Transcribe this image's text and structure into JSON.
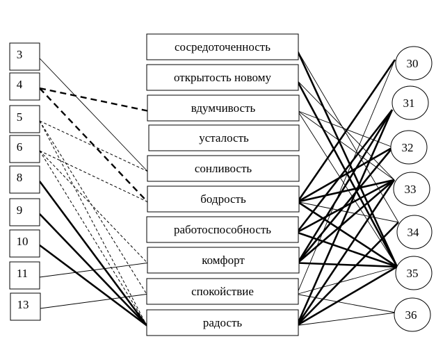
{
  "left_nodes": [
    {
      "id": "n3",
      "label": "3"
    },
    {
      "id": "n4",
      "label": "4"
    },
    {
      "id": "n5",
      "label": "5"
    },
    {
      "id": "n6",
      "label": "6"
    },
    {
      "id": "n8",
      "label": "8"
    },
    {
      "id": "n9",
      "label": "9"
    },
    {
      "id": "n10",
      "label": "10"
    },
    {
      "id": "n11",
      "label": "11"
    },
    {
      "id": "n13",
      "label": "13"
    }
  ],
  "middle_nodes": [
    {
      "id": "sosred",
      "label": "сосредоточенность"
    },
    {
      "id": "otkr",
      "label": "открытость новому"
    },
    {
      "id": "vdum",
      "label": "вдумчивость"
    },
    {
      "id": "ustal",
      "label": "усталость"
    },
    {
      "id": "sonl",
      "label": "сонливость"
    },
    {
      "id": "bodr",
      "label": "бодрость"
    },
    {
      "id": "rabot",
      "label": "работоспособность"
    },
    {
      "id": "komf",
      "label": "комфорт"
    },
    {
      "id": "spok",
      "label": "спокойствие"
    },
    {
      "id": "rados",
      "label": "радость"
    }
  ],
  "right_nodes": [
    {
      "id": "c30",
      "label": "30"
    },
    {
      "id": "c31",
      "label": "31"
    },
    {
      "id": "c32",
      "label": "32"
    },
    {
      "id": "c33",
      "label": "33"
    },
    {
      "id": "c34",
      "label": "34"
    },
    {
      "id": "c35",
      "label": "35"
    },
    {
      "id": "c36",
      "label": "36"
    }
  ],
  "edges": [
    {
      "from": "n3",
      "to": "sonl",
      "style": "thin"
    },
    {
      "from": "n4",
      "to": "vdum",
      "style": "thick-dashed"
    },
    {
      "from": "n4",
      "to": "bodr",
      "style": "thick-dashed"
    },
    {
      "from": "n5",
      "to": "sonl",
      "style": "dashed"
    },
    {
      "from": "n5",
      "to": "spok",
      "style": "dashed"
    },
    {
      "from": "n5",
      "to": "rados",
      "style": "dashed"
    },
    {
      "from": "n6",
      "to": "bodr",
      "style": "dashed"
    },
    {
      "from": "n6",
      "to": "komf",
      "style": "dashed"
    },
    {
      "from": "n6",
      "to": "rados",
      "style": "dashed"
    },
    {
      "from": "n8",
      "to": "rados",
      "style": "thick"
    },
    {
      "from": "n9",
      "to": "rados",
      "style": "thick"
    },
    {
      "from": "n10",
      "to": "rados",
      "style": "thick"
    },
    {
      "from": "n11",
      "to": "komf",
      "style": "thin"
    },
    {
      "from": "n13",
      "to": "spok",
      "style": "thin"
    },
    {
      "from": "sosred",
      "to": "c35",
      "style": "thick"
    },
    {
      "from": "sosred",
      "to": "c34",
      "style": "thin"
    },
    {
      "from": "otkr",
      "to": "c35",
      "style": "thick"
    },
    {
      "from": "otkr",
      "to": "c33",
      "style": "thin"
    },
    {
      "from": "vdum",
      "to": "c32",
      "style": "thin"
    },
    {
      "from": "vdum",
      "to": "c33",
      "style": "thin"
    },
    {
      "from": "vdum",
      "to": "c35",
      "style": "thin"
    },
    {
      "from": "bodr",
      "to": "c30",
      "style": "thick"
    },
    {
      "from": "bodr",
      "to": "c32",
      "style": "thick"
    },
    {
      "from": "bodr",
      "to": "c33",
      "style": "thick"
    },
    {
      "from": "bodr",
      "to": "c34",
      "style": "thin"
    },
    {
      "from": "bodr",
      "to": "c35",
      "style": "thick"
    },
    {
      "from": "rabot",
      "to": "c31",
      "style": "thick"
    },
    {
      "from": "rabot",
      "to": "c33",
      "style": "thick"
    },
    {
      "from": "rabot",
      "to": "c35",
      "style": "thick"
    },
    {
      "from": "komf",
      "to": "c31",
      "style": "thick"
    },
    {
      "from": "komf",
      "to": "c32",
      "style": "thick"
    },
    {
      "from": "komf",
      "to": "c33",
      "style": "thick"
    },
    {
      "from": "komf",
      "to": "c35",
      "style": "thick"
    },
    {
      "from": "spok",
      "to": "c30",
      "style": "thin"
    },
    {
      "from": "spok",
      "to": "c35",
      "style": "thin"
    },
    {
      "from": "spok",
      "to": "c36",
      "style": "thin"
    },
    {
      "from": "rados",
      "to": "c31",
      "style": "thick"
    },
    {
      "from": "rados",
      "to": "c33",
      "style": "thick"
    },
    {
      "from": "rados",
      "to": "c34",
      "style": "thick"
    },
    {
      "from": "rados",
      "to": "c35",
      "style": "thick"
    },
    {
      "from": "rados",
      "to": "c36",
      "style": "thin"
    }
  ]
}
